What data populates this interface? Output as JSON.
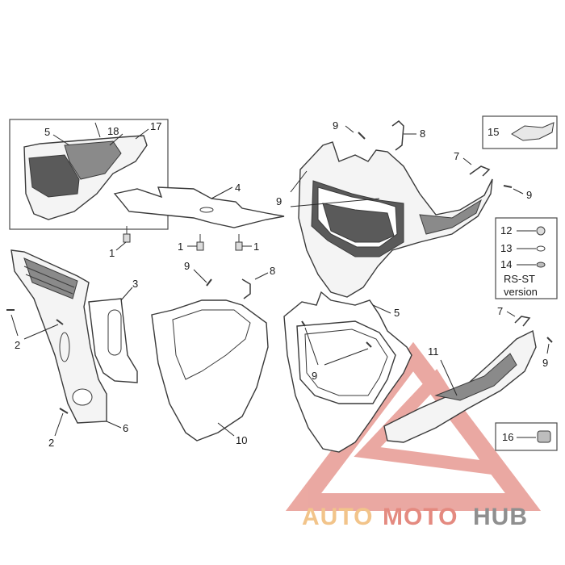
{
  "callouts": {
    "c1a": "1",
    "c1b": "1",
    "c1c": "1",
    "c2a": "2",
    "c2b": "2",
    "c3": "3",
    "c4": "4",
    "c5a": "5",
    "c5b": "5",
    "c6": "6",
    "c7a": "7",
    "c7b": "7",
    "c8a": "8",
    "c8b": "8",
    "c9a": "9",
    "c9b": "9",
    "c9c": "9",
    "c9d": "9",
    "c9e": "9",
    "c9f": "9",
    "c10": "10",
    "c11": "11",
    "c12": "12",
    "c13": "13",
    "c14": "14",
    "c15": "15",
    "c16": "16",
    "c17": "17",
    "c18": "18"
  },
  "legend": {
    "variant_line1": "RS-ST",
    "variant_line2": "version"
  },
  "watermark": {
    "part1": "AUTO",
    "part2": "MOTO",
    "part3": "HUB",
    "color_yellow": "#f2c48a",
    "color_red": "#e48a80",
    "color_grey": "#8f8f8f"
  }
}
